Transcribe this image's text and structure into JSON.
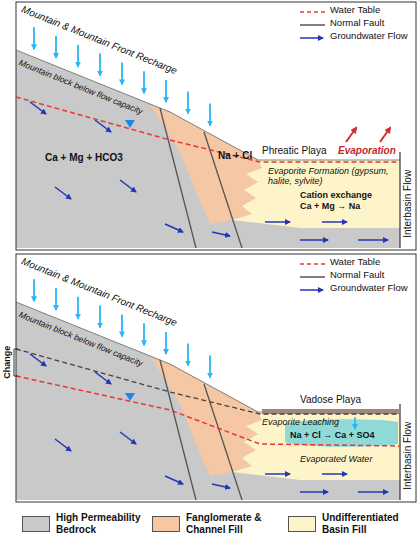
{
  "diagram": {
    "labels": [
      "Mountain & Mountain Front Recharge",
      "Mountain block below flow capacity",
      "Ca + Mg + HCO3",
      "Na + Cl",
      "Phreatic Playa",
      "Evaporation",
      "Evaporite Formation (gypsum, halite, sylvite)",
      "Cation exchange",
      "Ca + Mg → Na",
      "Interbasin Flow",
      "Change",
      "Mountain & Mountain Front Recharge",
      "Mountain block below flow capacity",
      "Vadose Playa",
      "Evaporite Leaching",
      "Na + Cl → Ca + SO4",
      "Evaporated Water",
      "Interbasin Flow"
    ],
    "legend": [
      {
        "text": "Water Table"
      },
      {
        "text": "Normal Fault"
      },
      {
        "text": "Groundwater Flow"
      },
      {
        "text": "Water Table"
      },
      {
        "text": "Normal Fault"
      },
      {
        "text": "Groundwater Flow"
      },
      {
        "text": "High Permeability Bedrock",
        "color": "#c9c9c9"
      },
      {
        "text": "Fanglomerate & Channel Fill",
        "color": "#f5c7a3"
      },
      {
        "text": "Undifferentiated Basin Fill",
        "color": "#fdf5c9"
      }
    ]
  }
}
